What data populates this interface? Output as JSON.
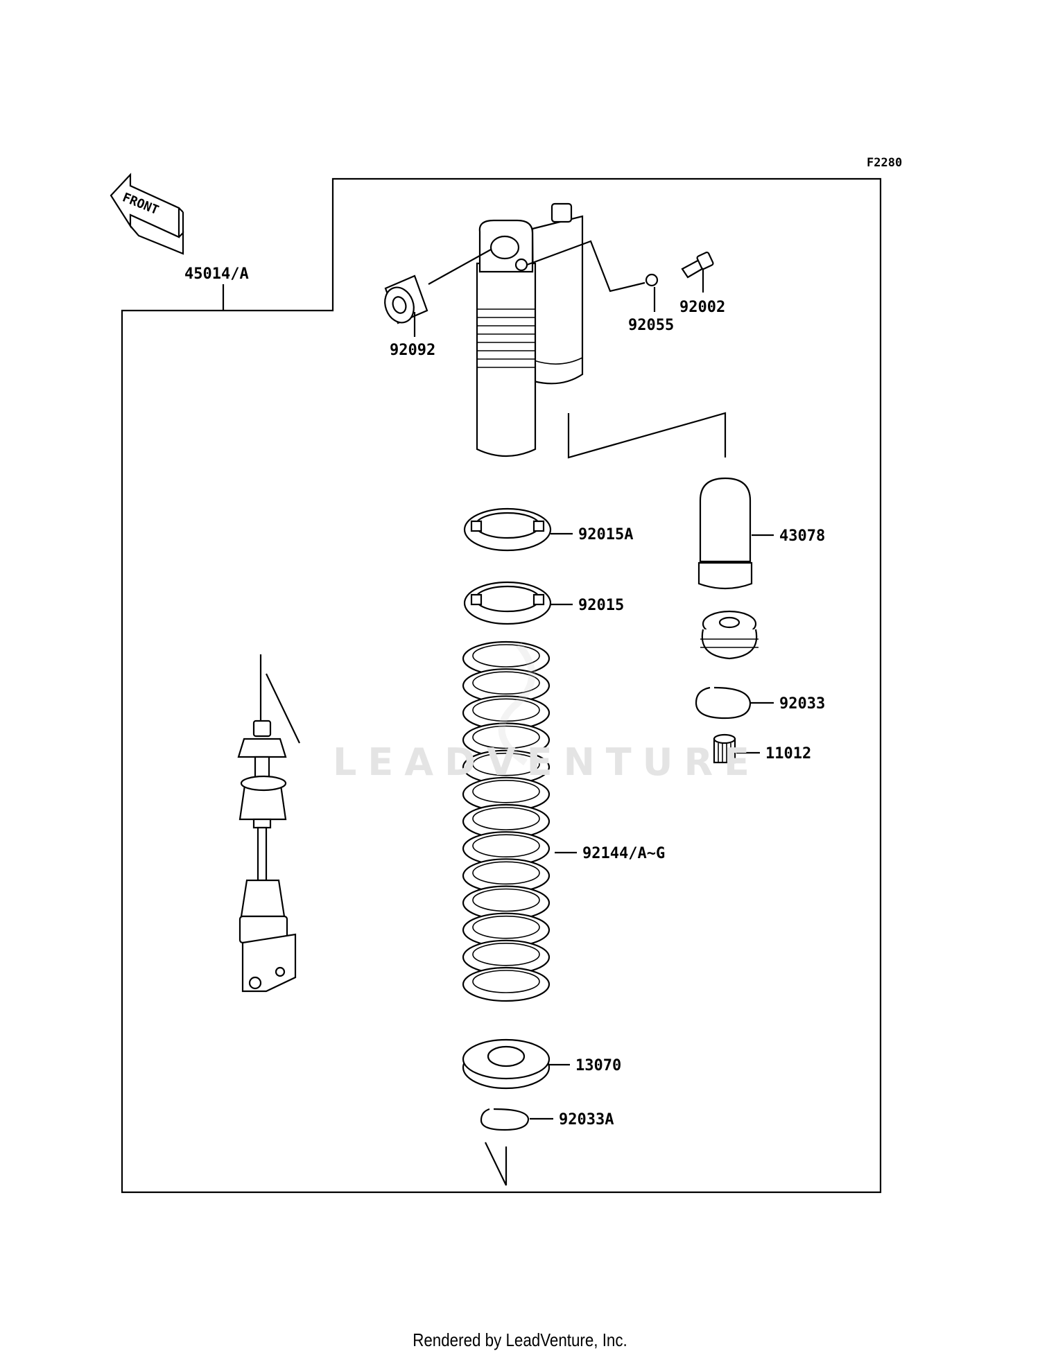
{
  "diagram_code": "F2280",
  "front_label": "FRONT",
  "assembly_label": "45014/A",
  "watermark": "LEADVENTURE",
  "footer": "Rendered by LeadVenture, Inc.",
  "parts": {
    "p92092": "92092",
    "p92055": "92055",
    "p92002": "92002",
    "p92015A": "92015A",
    "p92015": "92015",
    "p43078": "43078",
    "p92033": "92033",
    "p11012": "11012",
    "p92144": "92144/A~G",
    "p13070": "13070",
    "p92033A": "92033A"
  }
}
